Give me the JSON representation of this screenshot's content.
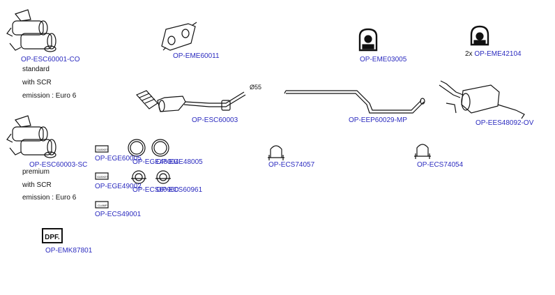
{
  "parts": {
    "esc60001": "OP-ESC60001-CO",
    "eme60011": "OP-EME60011",
    "eme03005": "OP-EME03005",
    "eme42104": "OP-EME42104",
    "esc60003": "OP-ESC60003",
    "eep60029": "OP-EEP60029-MP",
    "ees48092": "OP-EES48092-OV",
    "esc60003sc": "OP-ESC60003-SC",
    "ege60005": "OP-EGE60005",
    "ege48004": "OP-EGE48004",
    "ege48005": "OP-EGE48005",
    "ecs74057": "OP-ECS74057",
    "ecs74054": "OP-ECS74054",
    "ege49002": "OP-EGE49002",
    "ecs60960": "OP-ECS60960",
    "ecs60961": "OP-ECS60961",
    "ecs49001": "OP-ECS49001",
    "emk87801": "OP-EMK87801"
  },
  "qty_eme42104": "2x",
  "diameter": "Ø55",
  "notes_top": {
    "line1": "standard",
    "line2": "with SCR",
    "line3": "emission : Euro 6"
  },
  "notes_bottom": {
    "line1": "premium",
    "line2": "with SCR",
    "line3": "emission : Euro 6"
  },
  "badges": {
    "gasket1": "GASKET",
    "gasket2": "GASKET",
    "clamp": "CLAMP",
    "dpf": "DPF."
  },
  "colors": {
    "label": "#2b2bbf",
    "line": "#111111"
  }
}
